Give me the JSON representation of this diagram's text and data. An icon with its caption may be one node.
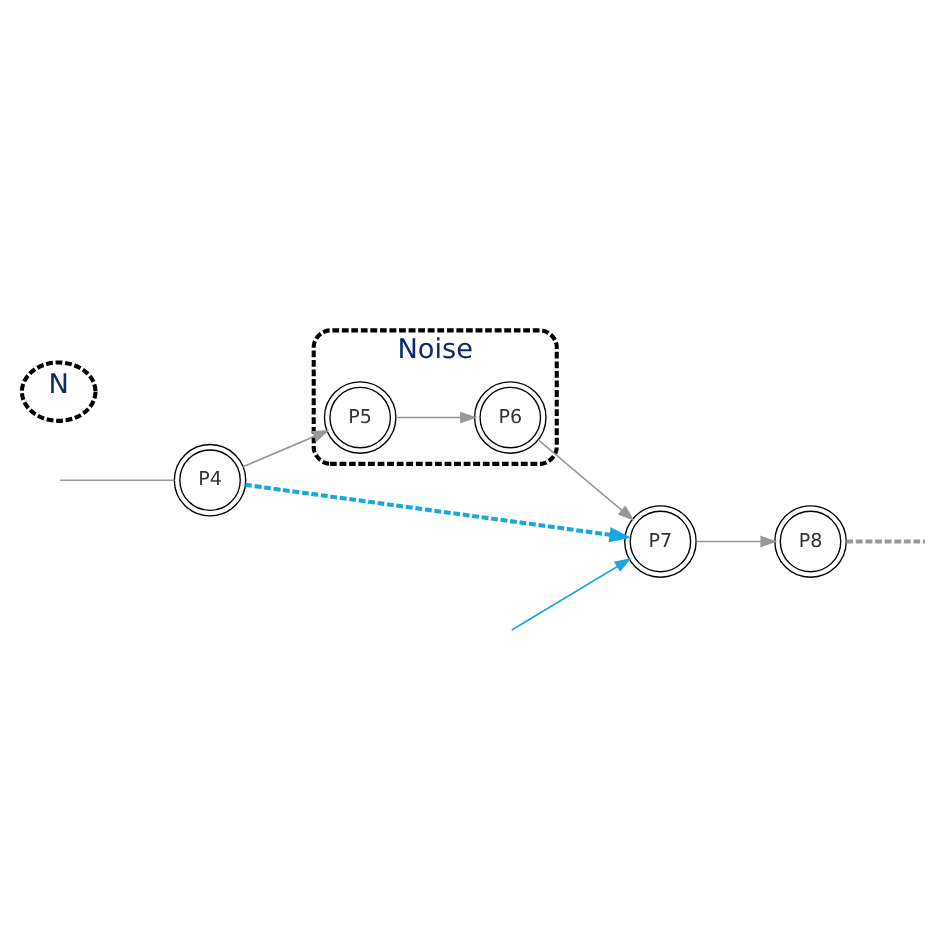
{
  "diagram": {
    "nodes": [
      {
        "text": [
          "Noise"
        ]
      },
      {
        "text": [
          "P5"
        ],
        "in": 0
      },
      {
        "text": [
          "P6"
        ],
        "in": 0
      },
      {
        "text": [
          "P4"
        ]
      },
      {
        "text": [
          "P7"
        ]
      },
      {
        "text": [
          "P8"
        ]
      },
      {
        "text": [
          "N"
        ]
      }
    ],
    "edges": [
      {
        "from": null,
        "to": 3,
        "arrow": "none",
        "color": "#999999"
      },
      {
        "from": 3,
        "to": 1,
        "arrow": "to",
        "color": "#999999"
      },
      {
        "from": 1,
        "to": 2,
        "arrow": "to",
        "color": "#999999"
      },
      {
        "from": 2,
        "to": 4,
        "arrow": "to",
        "color": "#999999"
      },
      {
        "from": null,
        "to": 4,
        "arrow": "to",
        "color": "#1aa7e0"
      },
      {
        "from": 3,
        "to": 4,
        "arrow": "to",
        "style": "dashed",
        "color": "#1aa7e0"
      },
      {
        "from": 4,
        "to": 5,
        "arrow": "to",
        "color": "#999999"
      },
      {
        "from": 5,
        "to": null,
        "arrow": "none",
        "style": "dashed",
        "color": "#999999"
      }
    ]
  }
}
